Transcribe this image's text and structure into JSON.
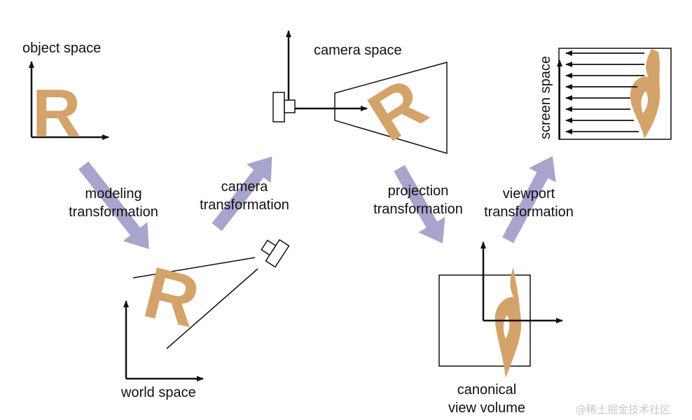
{
  "labels": {
    "object_space": "object space",
    "camera_space": "camera space",
    "screen_space": "screen space",
    "world_space": "world space",
    "canonical_line1": "canonical",
    "canonical_line2": "view volume",
    "modeling_line1": "modeling",
    "modeling_line2": "transformation",
    "camera_line1": "camera",
    "camera_line2": "transformation",
    "projection_line1": "projection",
    "projection_line2": "transformation",
    "viewport_line1": "viewport",
    "viewport_line2": "transformation"
  },
  "glyph": {
    "letter": "R"
  },
  "watermark": "@稀土掘金技术社区",
  "colors": {
    "letter": "#d4a36a",
    "arrow": "#a7a5cd",
    "stroke": "#111111"
  }
}
